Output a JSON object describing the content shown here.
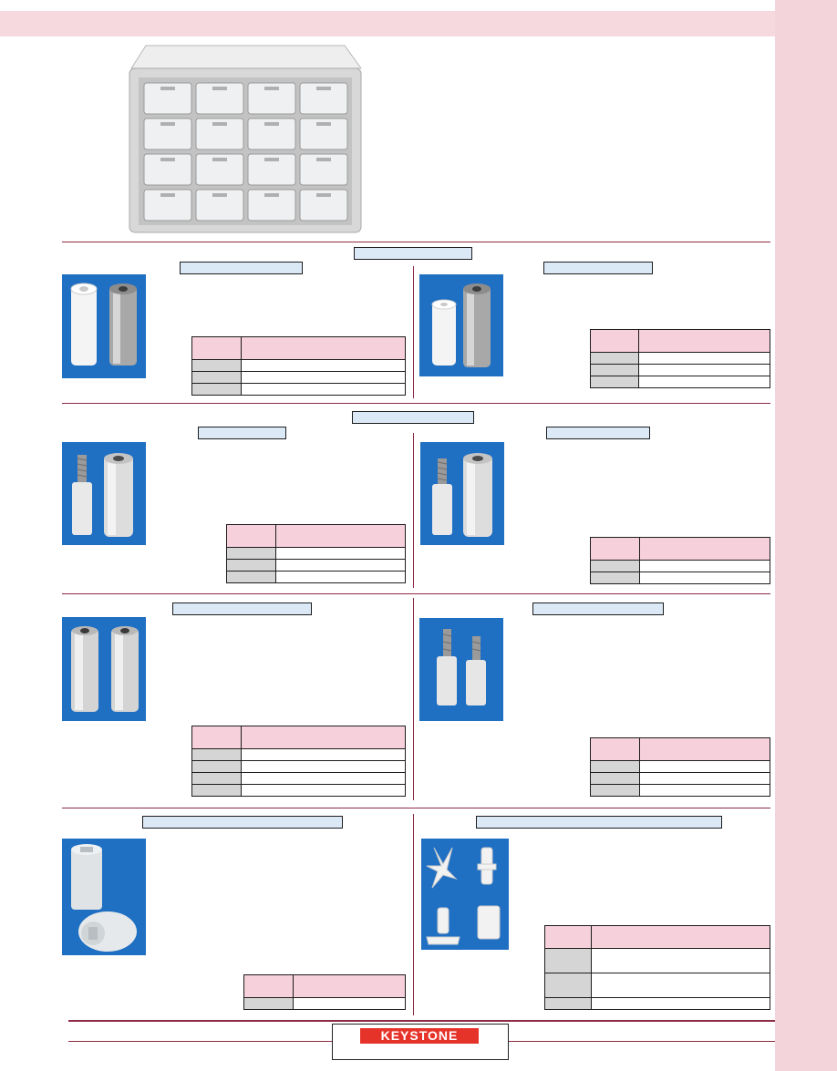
{
  "brand": {
    "logo_text": "KEYSTONE",
    "logo_color": "#e6332a",
    "accent": "#8e2a44",
    "section_tab_fill": "#dbe9f7",
    "table_header_fill": "#f6d0da",
    "photo_background": "#1f6fc3",
    "side_band": "#f3d4da"
  },
  "hero_image": {
    "name": "parts-cabinet-with-drawers",
    "drawer_rows": 4,
    "drawer_columns": 4
  },
  "sections": [
    {
      "id": "round-spacers",
      "tables": [
        {
          "rows": 3
        },
        {
          "rows": 3
        }
      ]
    },
    {
      "id": "male-female-standoffs",
      "tables": [
        {
          "rows": 3
        },
        {
          "rows": 2
        }
      ]
    },
    {
      "id": "hex-standoffs",
      "tables": [
        {
          "rows": 4
        },
        {
          "rows": 3
        }
      ]
    },
    {
      "id": "nylon-spacers-clips",
      "tables": [
        {
          "rows": 1
        },
        {
          "rows": 3
        }
      ]
    }
  ]
}
